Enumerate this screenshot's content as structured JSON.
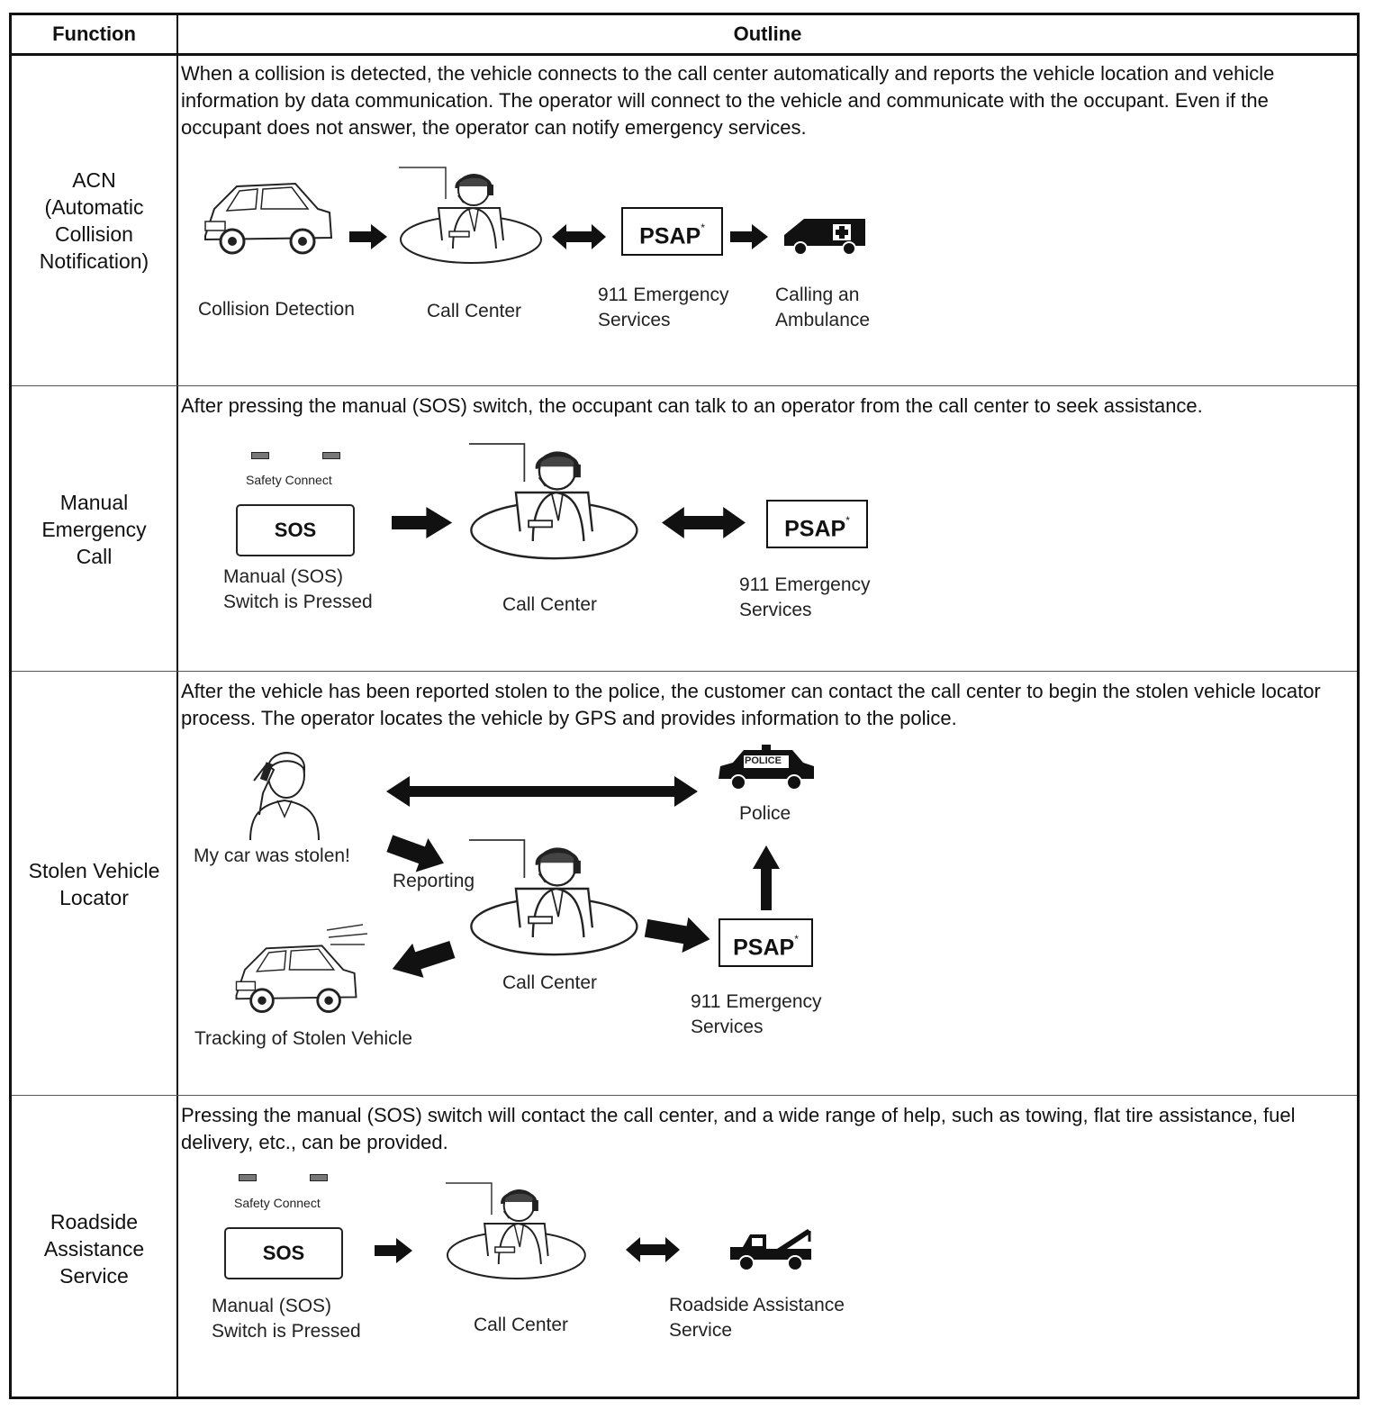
{
  "header": {
    "function": "Function",
    "outline": "Outline"
  },
  "rows": [
    {
      "function": [
        "ACN",
        "(Automatic",
        "Collision",
        "Notification)"
      ],
      "description": "When a collision is detected, the vehicle connects to the call center automatically and reports the vehicle location and vehicle information by data communication. The operator will connect to the vehicle and communicate with the occupant. Even if the occupant does not answer, the operator can notify emergency services.",
      "labels": {
        "collision": "Collision Detection",
        "call_center": "Call Center",
        "emergency_1": "911 Emergency",
        "emergency_2": "Services",
        "ambulance_1": "Calling an",
        "ambulance_2": "Ambulance"
      },
      "psap": "PSAP",
      "asterisk": "*"
    },
    {
      "function": [
        "Manual",
        "Emergency",
        "Call"
      ],
      "description": "After pressing the manual (SOS) switch, the occupant can talk to an operator from the call center to seek assistance.",
      "labels": {
        "safety_connect": "Safety Connect",
        "sos": "SOS",
        "switch_1": "Manual (SOS)",
        "switch_2": "Switch is Pressed",
        "call_center": "Call Center",
        "emergency_1": "911 Emergency",
        "emergency_2": "Services"
      },
      "psap": "PSAP",
      "asterisk": "*"
    },
    {
      "function": [
        "Stolen Vehicle",
        "Locator"
      ],
      "description": "After the vehicle has been reported stolen to the police, the customer can contact the call center to begin the stolen vehicle locator process. The operator locates the vehicle by GPS and provides information to the police.",
      "labels": {
        "stolen": "My car was stolen!",
        "reporting": "Reporting",
        "police_car": "POLICE",
        "police": "Police",
        "call_center": "Call Center",
        "emergency_1": "911 Emergency",
        "emergency_2": "Services",
        "tracking": "Tracking of Stolen Vehicle"
      },
      "psap": "PSAP",
      "asterisk": "*"
    },
    {
      "function": [
        "Roadside",
        "Assistance",
        "Service"
      ],
      "description": "Pressing the manual (SOS) switch will contact the call center, and a wide range of help, such as towing, flat tire assistance, fuel delivery, etc., can be provided.",
      "labels": {
        "safety_connect": "Safety Connect",
        "sos": "SOS",
        "switch_1": "Manual (SOS)",
        "switch_2": "Switch is Pressed",
        "call_center": "Call Center",
        "roadside_1": "Roadside Assistance",
        "roadside_2": "Service"
      }
    }
  ]
}
